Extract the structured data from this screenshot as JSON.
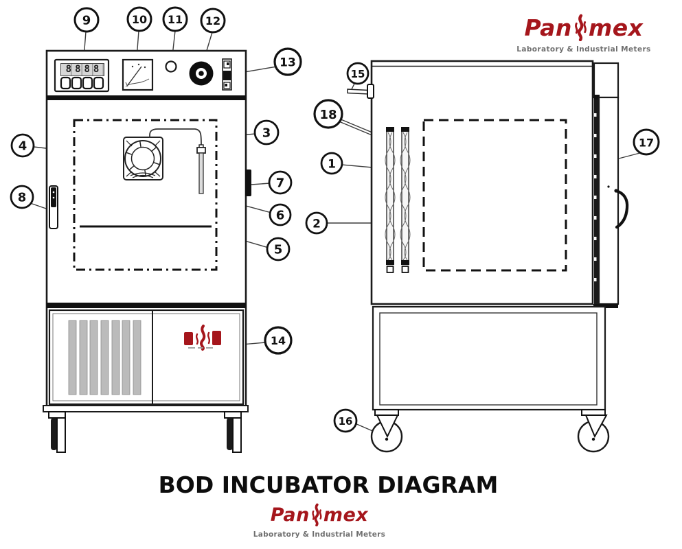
{
  "title": "BOD INCUBATOR DIAGRAM",
  "brand_top": {
    "name_prefix": "Pan",
    "name_suffix": "mex",
    "tagline": "Laboratory & Industrial Meters"
  },
  "brand_bottom": {
    "name_prefix": "Pan",
    "name_suffix": "mex",
    "tagline": "Laboratory & Industrial Meters"
  },
  "colors": {
    "brand_red": "#a5161c",
    "tagline_gray": "#6f6f6f",
    "line_black": "#1a1a1a",
    "vent_gray": "#bbbbbb"
  },
  "front_view": {
    "display_value": "8888"
  },
  "callouts": {
    "c1": "1",
    "c2": "2",
    "c3": "3",
    "c4": "4",
    "c5": "5",
    "c6": "6",
    "c7": "7",
    "c8": "8",
    "c9": "9",
    "c10": "10",
    "c11": "11",
    "c12": "12",
    "c13": "13",
    "c14": "14",
    "c15": "15",
    "c16": "16",
    "c17": "17",
    "c18": "18"
  }
}
